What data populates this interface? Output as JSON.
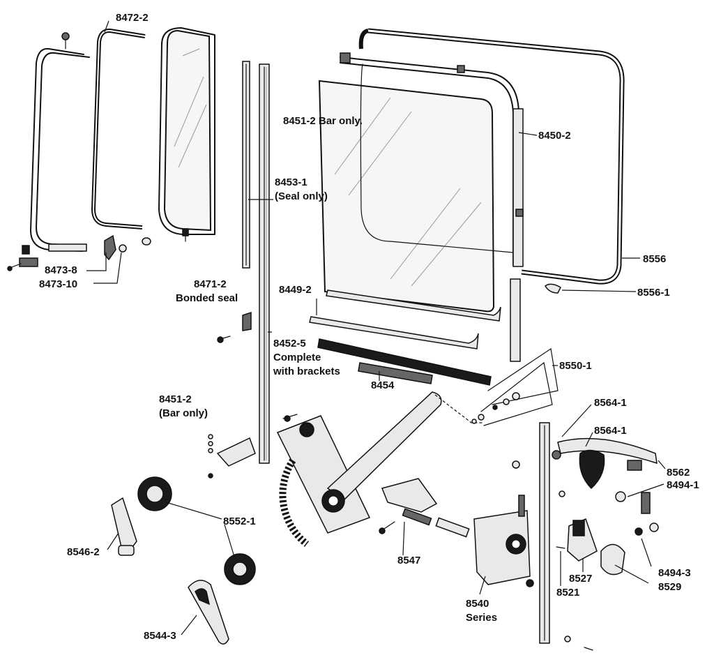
{
  "labels": {
    "l8472_2": "8472-2",
    "l8451_2_top": "8451-2 Bar only.",
    "l8450_2": "8450-2",
    "l8453_1_a": "8453-1",
    "l8453_1_b": "(Seal only)",
    "l8556": "8556",
    "l8556_1": "8556-1",
    "l8473_8": "8473-8",
    "l8473_10": "8473-10",
    "l8471_2_a": "8471-2",
    "l8471_2_b": "Bonded seal",
    "l8449_2": "8449-2",
    "l8452_5_a": "8452-5",
    "l8452_5_b": "Complete",
    "l8452_5_c": "with brackets",
    "l8454": "8454",
    "l8550_1": "8550-1",
    "l8451_2_a": "8451-2",
    "l8451_2_b": "(Bar only)",
    "l8564_1_a": "8564-1",
    "l8564_1_b": "8564-1",
    "l8562": "8562",
    "l8494_1": "8494-1",
    "l8552_1": "8552-1",
    "l8546_2": "8546-2",
    "l8547": "8547",
    "l8527": "8527",
    "l8494_3": "8494-3",
    "l8529": "8529",
    "l8521": "8521",
    "l8540_a": "8540",
    "l8540_b": "Series",
    "l8544_3": "8544-3"
  }
}
